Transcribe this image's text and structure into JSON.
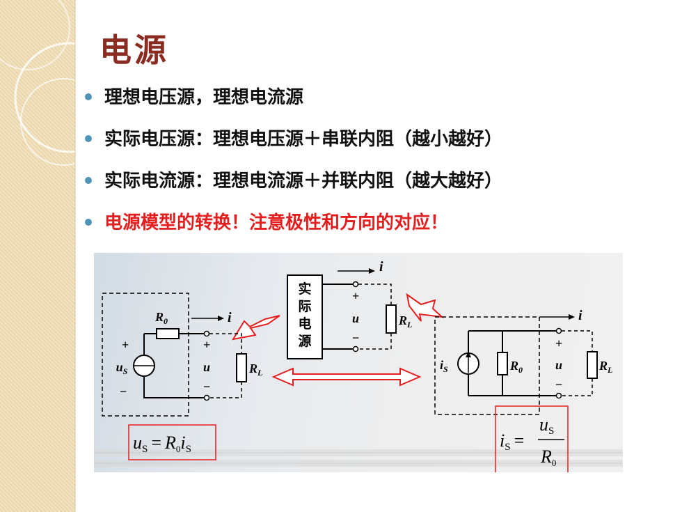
{
  "slide": {
    "title": "电源",
    "bullets": [
      "理想电压源，理想电流源",
      "实际电压源：理想电压源＋串联内阻（越小越好）",
      "实际电流源：理想电流源＋并联内阻（越大越好）",
      "电源模型的转换！注意极性和方向的对应！"
    ]
  },
  "diagram": {
    "box_chars": [
      "实",
      "际",
      "电",
      "源"
    ],
    "labels": {
      "i": "i",
      "u": "u",
      "plus": "+",
      "minus": "−",
      "R0": "R",
      "R0_sub": "0",
      "RL": "R",
      "RL_sub": "L",
      "us": "u",
      "us_sub": "S",
      "is": "i",
      "is_sub": "S"
    },
    "formula_left": {
      "lhs": "u",
      "lhs_sub": "S",
      "eq": "=",
      "r": "R",
      "r_sub": "0",
      "i": "i",
      "i_sub": "S"
    },
    "formula_right": {
      "lhs": "i",
      "lhs_sub": "S",
      "eq": "=",
      "num": "u",
      "num_sub": "S",
      "den": "R",
      "den_sub": "0"
    }
  },
  "colors": {
    "title": "#8b2c22",
    "accent_red": "#e41e1e",
    "bullet": "#4f94b5"
  }
}
